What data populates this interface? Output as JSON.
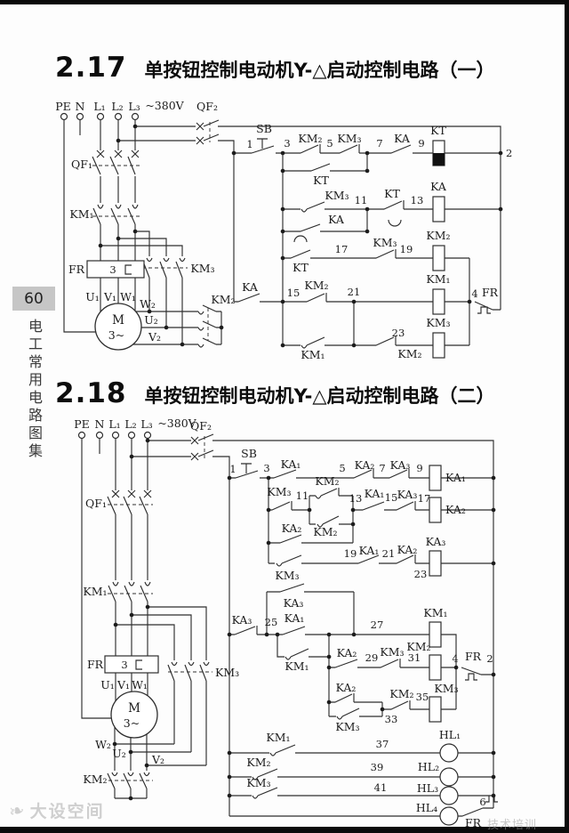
{
  "page": {
    "number": "60",
    "book_title": "电工常用电路图集",
    "watermark_left": "大设空间",
    "watermark_right": "技术培训"
  },
  "sections": {
    "s1": {
      "number": "2.17",
      "title": "单按钮控制电动机Y-△启动控制电路（一）"
    },
    "s2": {
      "number": "2.18",
      "title": "单按钮控制电动机Y-△启动控制电路（二）"
    }
  },
  "sym": {
    "pe": "PE",
    "n": "N",
    "l1": "L₁",
    "l2": "L₂",
    "l3": "L₃",
    "v380": "~380V",
    "qf1": "QF₁",
    "qf2": "QF₂",
    "km1": "KM₁",
    "km2": "KM₂",
    "km3": "KM₃",
    "ka": "KA",
    "ka1": "KA₁",
    "ka2": "KA₂",
    "ka3": "KA₃",
    "kt": "KT",
    "fr": "FR",
    "sb": "SB",
    "m": "M",
    "m3": "3~",
    "u1": "U₁",
    "v1": "V₁",
    "w1": "W₁",
    "u2": "U₂",
    "v2": "V₂",
    "w2": "W₂",
    "hl1": "HL₁",
    "hl2": "HL₂",
    "hl3": "HL₃",
    "hl4": "HL₄",
    "three": "3"
  },
  "nodes": {
    "n1": "1",
    "n2": "2",
    "n3": "3",
    "n4": "4",
    "n5": "5",
    "n6": "6",
    "n7": "7",
    "n9": "9",
    "n11": "11",
    "n13": "13",
    "n15": "15",
    "n17": "17",
    "n19": "19",
    "n21": "21",
    "n23": "23",
    "n25": "25",
    "n27": "27",
    "n29": "29",
    "n31": "31",
    "n33": "33",
    "n35": "35",
    "n37": "37",
    "n39": "39",
    "n41": "41"
  }
}
